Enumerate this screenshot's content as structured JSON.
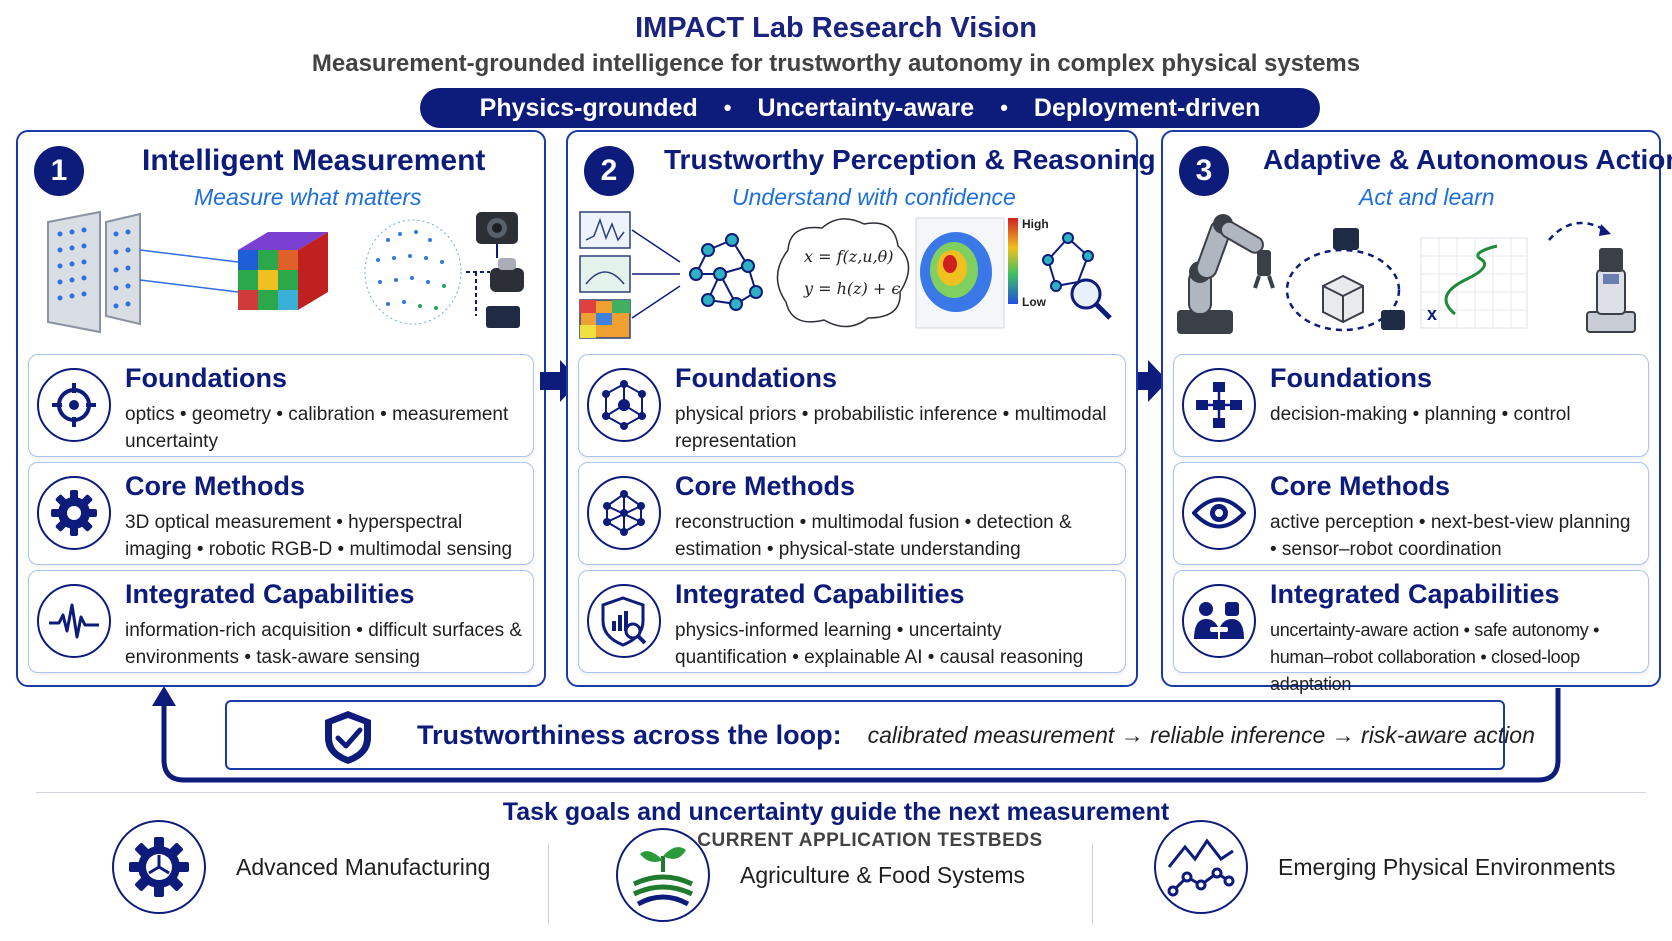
{
  "header": {
    "title": "IMPACT Lab Research Vision",
    "subtitle": "Measurement-grounded intelligence for trustworthy autonomy in complex physical systems",
    "pill": [
      "Physics-grounded",
      "Uncertainty-aware",
      "Deployment-driven"
    ],
    "pill_separator": "•"
  },
  "columns": [
    {
      "number": "1",
      "title": "Intelligent Measurement",
      "subtitle": "Measure what matters",
      "cards": [
        {
          "title": "Foundations",
          "text": "optics  •  geometry  •  calibration  •  measurement uncertainty",
          "icon": "crosshair-icon"
        },
        {
          "title": "Core Methods",
          "text": "3D optical measurement  •  hyperspectral imaging  •  robotic RGB-D  •  multimodal sensing",
          "icon": "gear-icon"
        },
        {
          "title": "Integrated Capabilities",
          "text": "information-rich acquisition  •  difficult surfaces & environments  •  task-aware sensing",
          "icon": "waveform-icon"
        }
      ]
    },
    {
      "number": "2",
      "title": "Trustworthy Perception & Reasoning",
      "subtitle": "Understand with confidence",
      "equations": [
        "x = f(z,u,θ)",
        "y = h(z) + ϵ"
      ],
      "heatmap_labels": {
        "high": "High",
        "low": "Low"
      },
      "cards": [
        {
          "title": "Foundations",
          "text": "physical priors  •  probabilistic inference  •  multimodal representation",
          "icon": "network-icon"
        },
        {
          "title": "Core Methods",
          "text": "reconstruction  •  multimodal fusion  •  detection & estimation  •  physical-state understanding",
          "icon": "graph-icon"
        },
        {
          "title": "Integrated Capabilities",
          "text": "physics-informed learning  •  uncertainty quantification  •  explainable AI  •  causal reasoning",
          "icon": "shield-chart-icon"
        }
      ]
    },
    {
      "number": "3",
      "title": "Adaptive & Autonomous Action",
      "subtitle": "Act and learn",
      "cards": [
        {
          "title": "Foundations",
          "text": "decision-making  •  planning  •  control",
          "icon": "flowchart-icon"
        },
        {
          "title": "Core Methods",
          "text": "active perception  •  next-best-view planning  •  sensor–robot coordination",
          "icon": "eye-icon"
        },
        {
          "title": "Integrated Capabilities",
          "text": "uncertainty-aware action  •  safe autonomy  •  human–robot collaboration  •  closed-loop adaptation",
          "icon": "collaboration-icon"
        }
      ]
    }
  ],
  "trust": {
    "label": "Trustworthiness across the loop:",
    "flow": "calibrated measurement → reliable inference → risk-aware action"
  },
  "footer": {
    "task": "Task goals and uncertainty guide the next measurement",
    "testbeds_label": "CURRENT APPLICATION TESTBEDS",
    "apps": [
      {
        "name": "Advanced Manufacturing",
        "icon": "manufacturing-gear-icon"
      },
      {
        "name": "Agriculture & Food Systems",
        "icon": "sprout-field-icon"
      },
      {
        "name": "Emerging Physical Environments",
        "icon": "mountain-network-icon"
      }
    ]
  },
  "colors": {
    "navy": "#0d1b7a",
    "accent_blue": "#1e6fd9",
    "border": "#1a3aa8"
  }
}
